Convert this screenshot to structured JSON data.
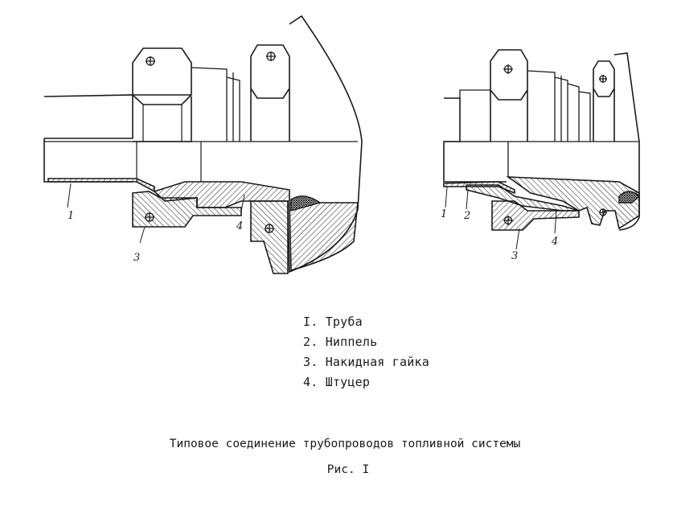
{
  "figure": {
    "left_drawing": {
      "callouts": [
        "1",
        "3",
        "4"
      ]
    },
    "right_drawing": {
      "callouts": [
        "1",
        "2",
        "3",
        "4"
      ]
    },
    "legend": [
      "I. Труба",
      "2. Ниппель",
      "3. Накидная гайка",
      "4. Штуцер"
    ],
    "caption": "Типовое соединение трубопроводов топливной системы",
    "figure_label": "Рис. I"
  },
  "colors": {
    "ink": "#1a1a1a",
    "paper": "#ffffff"
  }
}
